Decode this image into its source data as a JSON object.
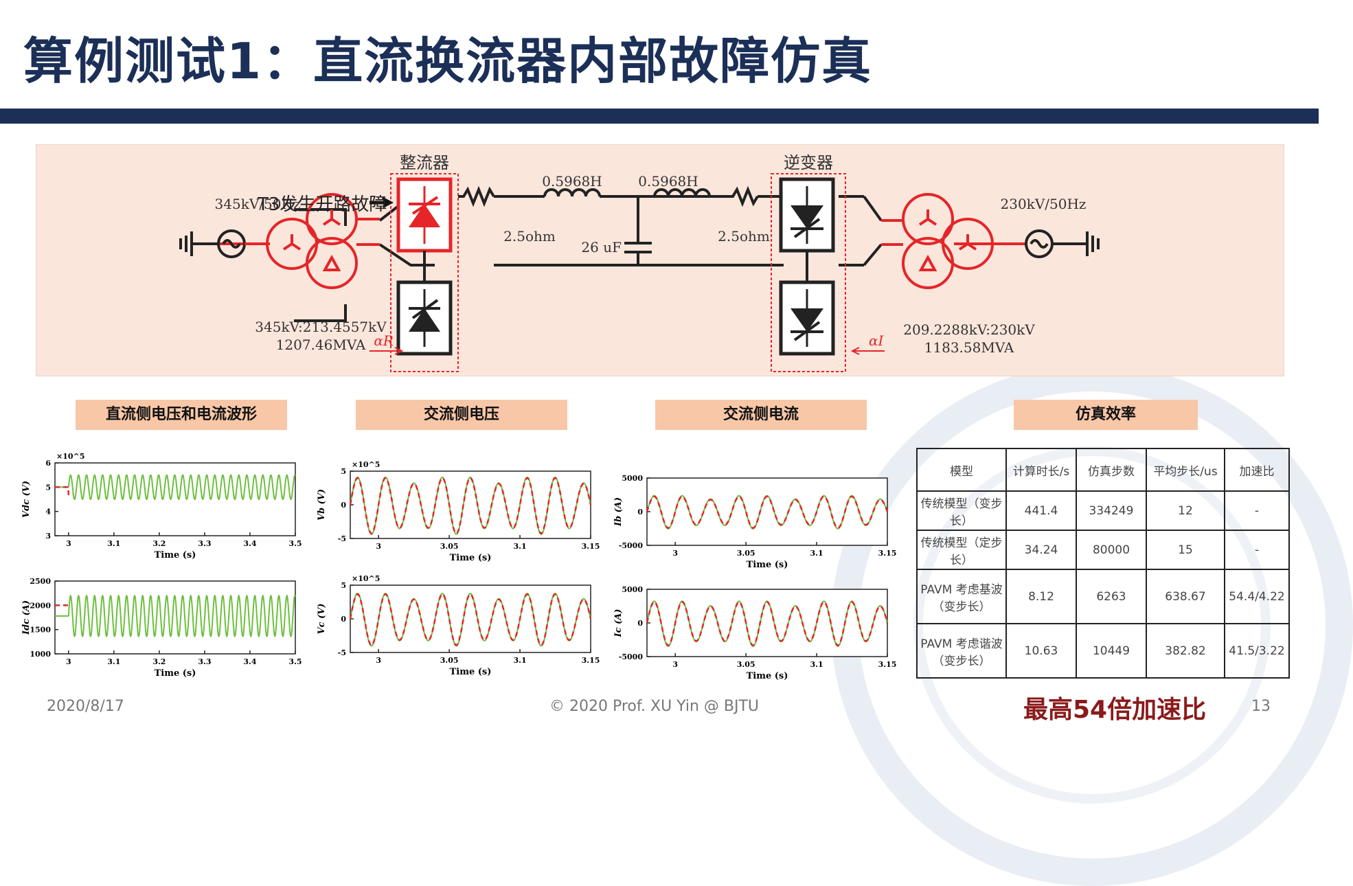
{
  "slide": {
    "title": "算例测试1：直流换流器内部故障仿真",
    "date": "2020/8/17",
    "copyright": "© 2020 Prof. XU Yin @ BJTU",
    "page_number": "13",
    "conclusion": "最高54倍加速比"
  },
  "circuit": {
    "rectifier_label": "整流器",
    "inverter_label": "逆变器",
    "fault_label": "T3发生开路故障",
    "left_source": "345kV/50Hz",
    "left_transformer": [
      "345kV:213.4557kV",
      "1207.46MVA"
    ],
    "right_source": "230kV/50Hz",
    "right_transformer": [
      "209.2288kV:230kV",
      "1183.58MVA"
    ],
    "inductor_left": "0.5968H",
    "inductor_right": "0.5968H",
    "resistor_left": "2.5ohm",
    "resistor_right": "2.5ohm",
    "capacitor": "26 uF",
    "alpha_r": "αR",
    "alpha_i": "αI",
    "colors": {
      "fault": "#e52528",
      "wire": "#222222",
      "background": "#fbe6dc"
    }
  },
  "section_tags": {
    "dc": "直流侧电压和电流波形",
    "ac_voltage": "交流侧电压",
    "ac_current": "交流侧电流",
    "efficiency": "仿真效率"
  },
  "chart_data": [
    {
      "type": "line",
      "ylabel": "Vdc (V)",
      "xlabel": "Time (s)",
      "y_exponent": "×10^5",
      "xlim": [
        2.97,
        3.5
      ],
      "ylim": [
        3,
        6
      ],
      "x_ticks": [
        "3",
        "3.1",
        "3.2",
        "3.3",
        "3.4",
        "3.5"
      ],
      "y_ticks": [
        "6",
        "5",
        "4",
        "3"
      ],
      "series": [
        {
          "color": "#6cbf3f",
          "steady": 5,
          "oscillation": 0.5,
          "periods": 30,
          "fault_start": 3.0
        },
        {
          "color": "#e52528",
          "dashed": true,
          "steady": 5,
          "oscillation": 0,
          "dip": 0.3,
          "fault_start": 3.0
        }
      ]
    },
    {
      "type": "line",
      "ylabel": "Idc (A)",
      "xlabel": "Time (s)",
      "xlim": [
        2.97,
        3.5
      ],
      "ylim": [
        1000,
        2500
      ],
      "x_ticks": [
        "3",
        "3.1",
        "3.2",
        "3.3",
        "3.4",
        "3.5"
      ],
      "y_ticks": [
        "2500",
        "2000",
        "1500",
        "1000"
      ],
      "series": [
        {
          "color": "#6cbf3f",
          "steady": 1780,
          "oscillation": 420,
          "periods": 30,
          "fault_start": 3.0
        },
        {
          "color": "#e52528",
          "dashed": true,
          "steady": 1760,
          "oscillation": 0,
          "pre": 2000,
          "fault_start": 3.0
        }
      ]
    },
    {
      "type": "line",
      "ylabel": "Vb (V)",
      "xlabel": "Time (s)",
      "y_exponent": "×10^5",
      "xlim": [
        2.98,
        3.15
      ],
      "ylim": [
        -5,
        5
      ],
      "x_ticks": [
        "3",
        "3.05",
        "3.1",
        "3.15"
      ],
      "y_ticks": [
        "5",
        "0",
        "-5"
      ],
      "series": [
        {
          "color": "#6cbf3f",
          "amplitude": 3.8,
          "periods": 8.5
        },
        {
          "color": "#e52528",
          "dashed": true,
          "amplitude": 3.7,
          "periods": 8.5
        }
      ]
    },
    {
      "type": "line",
      "ylabel": "Vc (V)",
      "xlabel": "Time (s)",
      "y_exponent": "×10^5",
      "xlim": [
        2.98,
        3.15
      ],
      "ylim": [
        -5,
        5
      ],
      "x_ticks": [
        "3",
        "3.05",
        "3.1",
        "3.15"
      ],
      "y_ticks": [
        "5",
        "0",
        "-5"
      ],
      "series": [
        {
          "color": "#6cbf3f",
          "amplitude": 3.5,
          "periods": 8.5
        },
        {
          "color": "#e52528",
          "dashed": true,
          "amplitude": 3.4,
          "periods": 8.5
        }
      ]
    },
    {
      "type": "line",
      "ylabel": "Ib (A)",
      "xlabel": "Time (s)",
      "xlim": [
        2.98,
        3.15
      ],
      "ylim": [
        -5000,
        5000
      ],
      "x_ticks": [
        "3",
        "3.05",
        "3.1",
        "3.15"
      ],
      "y_ticks": [
        "5000",
        "0",
        "-5000"
      ],
      "series": [
        {
          "color": "#6cbf3f",
          "amplitude": 2200,
          "periods": 8.5
        },
        {
          "color": "#e52528",
          "dashed": true,
          "amplitude": 2100,
          "periods": 8.5
        }
      ]
    },
    {
      "type": "line",
      "ylabel": "Ic (A)",
      "xlabel": "Time (s)",
      "xlim": [
        2.98,
        3.15
      ],
      "ylim": [
        -5000,
        5000
      ],
      "x_ticks": [
        "3",
        "3.05",
        "3.1",
        "3.15"
      ],
      "y_ticks": [
        "5000",
        "0",
        "-5000"
      ],
      "series": [
        {
          "color": "#6cbf3f",
          "amplitude": 3000,
          "periods": 8.5
        },
        {
          "color": "#e52528",
          "dashed": true,
          "amplitude": 2900,
          "periods": 8.5
        }
      ]
    }
  ],
  "efficiency_table": {
    "headers": [
      "模型",
      "计算时长/s",
      "仿真步数",
      "平均步长/us",
      "加速比"
    ],
    "rows": [
      [
        "传统模型（变步长）",
        "441.4",
        "334249",
        "12",
        "-"
      ],
      [
        "传统模型（定步长）",
        "34.24",
        "80000",
        "15",
        "-"
      ],
      [
        "PAVM 考虑基波（变步长）",
        "8.12",
        "6263",
        "638.67",
        "54.4/4.22"
      ],
      [
        "PAVM 考虑谐波（变步长）",
        "10.63",
        "10449",
        "382.82",
        "41.5/3.22"
      ]
    ]
  }
}
